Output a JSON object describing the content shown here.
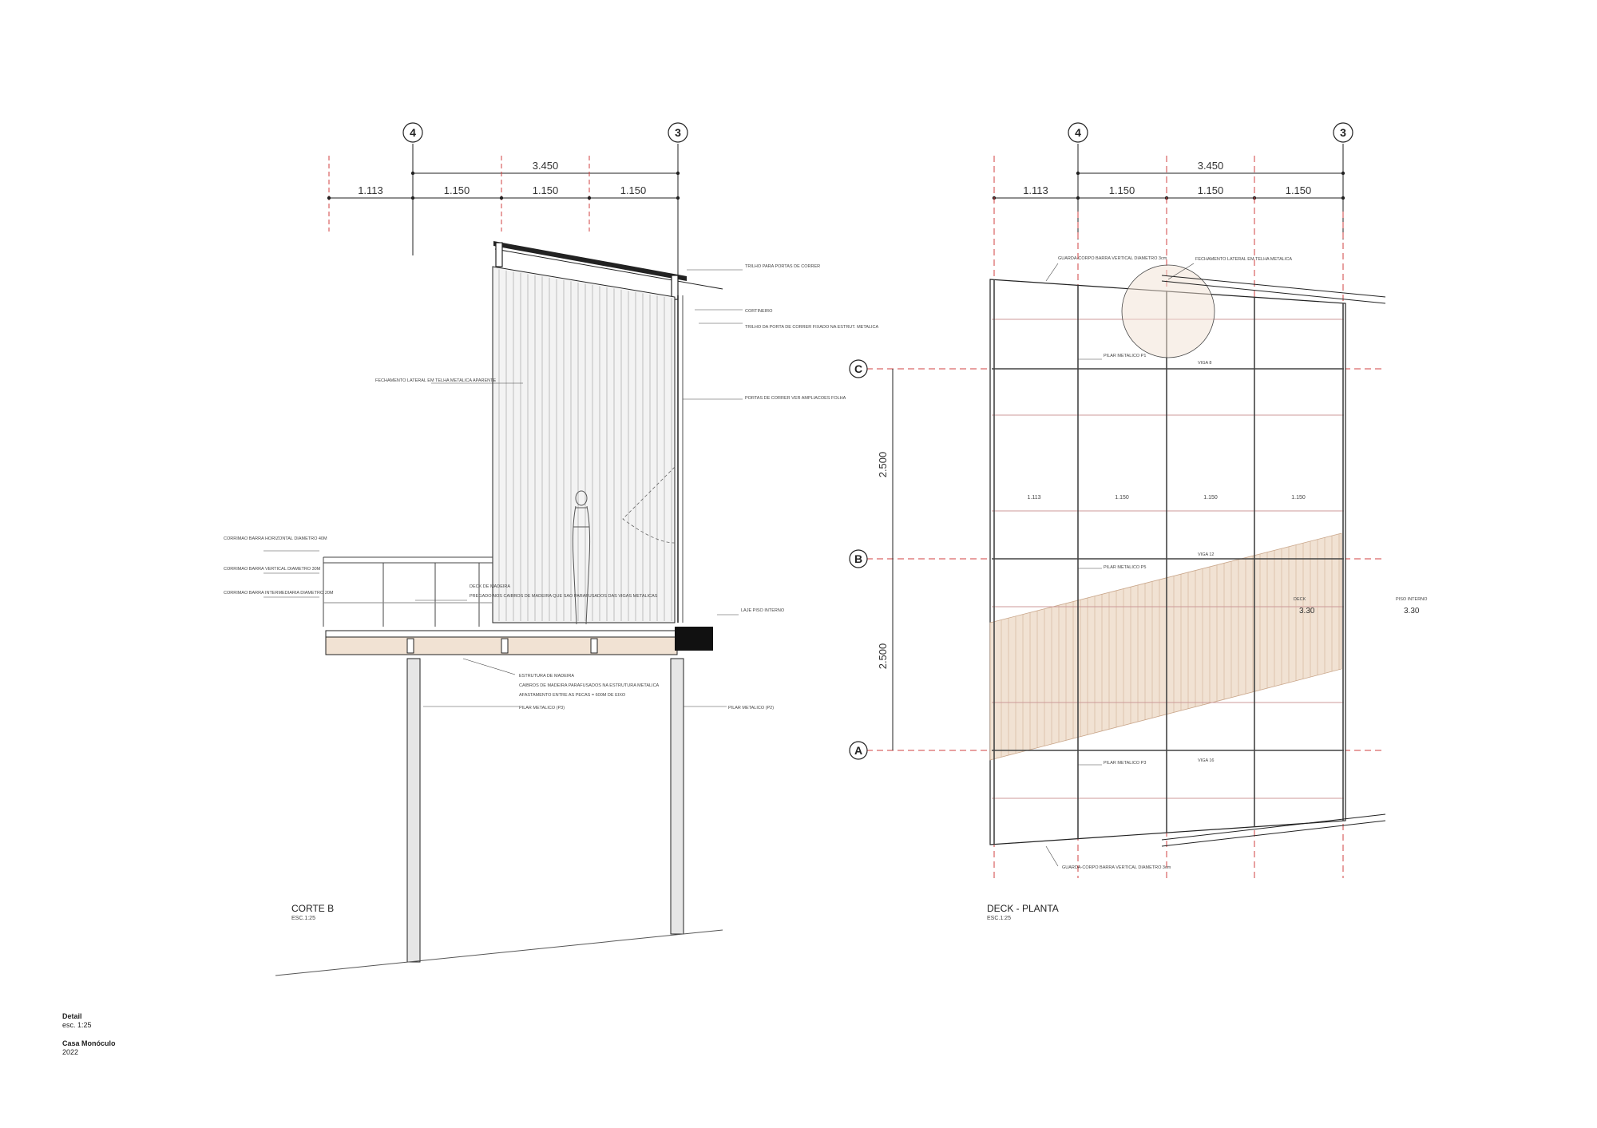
{
  "axes_top": [
    "4",
    "3"
  ],
  "axes_side": [
    "C",
    "B",
    "A"
  ],
  "dims": {
    "total": "3.450",
    "first": "1.113",
    "module": "1.150",
    "side": "2.500"
  },
  "section": {
    "title": "CORTE B",
    "scale": "ESC.1:25",
    "notes": [
      "TRILHO PARA PORTAS DE CORRER",
      "CORTINEIRO",
      "TRILHO DA PORTA DE CORRER FIXADO NA ESTRUT. METALICA",
      "FECHAMENTO LATERAL EM TELHA METALICA APARENTE",
      "PORTAS DE CORRER VER AMPLIACOES FOLHA",
      "CORRIMAO BARRA HORIZONTAL DIAMETRO 40M",
      "CORRIMAO BARRA VERTICAL DIAMETRO 30M",
      "CORRIMAO BARRA INTERMEDIARIA DIAMETRO 20M",
      "DECK DE MADEIRA",
      "PREGADO NOS CAIBROS DE MADEIRA QUE SAO PARAFUSADOS DAS VIGAS METALICAS",
      "LAJE PISO INTERNO",
      "ESTRUTURA DE MADEIRA",
      "CAIBROS DE MADEIRA PARAFUSADOS NA ESTRUTURA METALICA",
      "AFASTAMENTO ENTRE AS PECAS = 600M DE EIXO",
      "PILAR METALICO (P3)",
      "PILAR METALICO (P2)"
    ]
  },
  "plan": {
    "title": "DECK - PLANTA",
    "scale": "ESC.1:25",
    "notes": [
      "GUARDA-CORPO BARRA VERTICAL DIAMETRO 3cm",
      "FECHAMENTO LATERAL EM TELHA METALICA",
      "PILAR METALICO P1",
      "PILAR METALICO P5",
      "PILAR METALICO P3",
      "VIGA 8",
      "VIGA 12",
      "VIGA 16",
      "DECK",
      "PISO INTERNO",
      "GUARDA-CORPO BARRA VERTICAL DIAMETRO 3cm"
    ],
    "levels": [
      "3.30",
      "3.30"
    ]
  },
  "footer": {
    "label": "Detail",
    "scale": "esc. 1:25",
    "project": "Casa Monóculo",
    "year": "2022"
  },
  "colors": {
    "line": "#222222",
    "axis_red": "#d04040",
    "wood_fill": "#f1e2d3",
    "wood_line": "#c9a68a",
    "panel": "#f3f3f3"
  }
}
